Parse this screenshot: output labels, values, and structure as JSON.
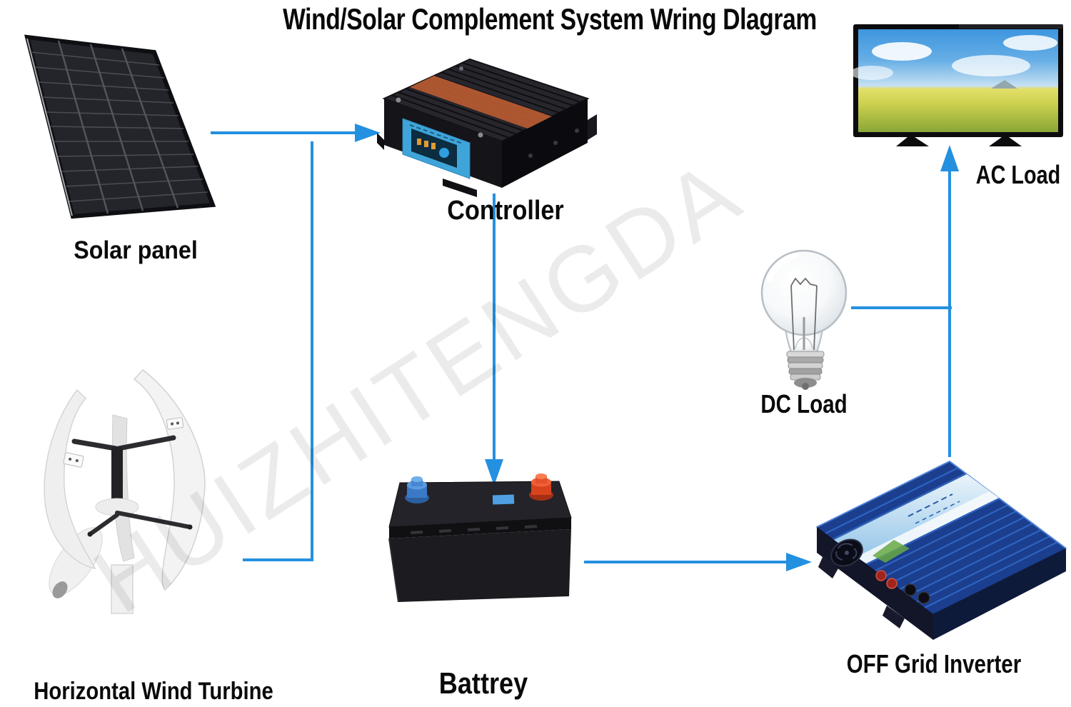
{
  "title": "Wind/Solar Complement System Wring Dlagram",
  "watermark": "HUIZHITENGDA",
  "colors": {
    "wire": "#2490e0",
    "label_text": "#0a0a0a"
  },
  "components": {
    "solar_panel": {
      "label": "Solar panel"
    },
    "wind_turbine": {
      "label": "Horizontal Wind Turbine"
    },
    "controller": {
      "label": "Controller"
    },
    "battery": {
      "label": "Battrey"
    },
    "inverter": {
      "label": "OFF Grid Inverter"
    },
    "ac_load": {
      "label": "AC Load"
    },
    "dc_load": {
      "label": "DC Load"
    }
  },
  "connections": [
    {
      "from": "Solar panel",
      "to": "Controller"
    },
    {
      "from": "Horizontal Wind Turbine",
      "to": "Controller"
    },
    {
      "from": "Controller",
      "to": "Battrey"
    },
    {
      "from": "Battrey",
      "to": "OFF Grid Inverter"
    },
    {
      "from": "OFF Grid Inverter",
      "to": "DC Load"
    },
    {
      "from": "OFF Grid Inverter",
      "to": "AC Load"
    }
  ]
}
